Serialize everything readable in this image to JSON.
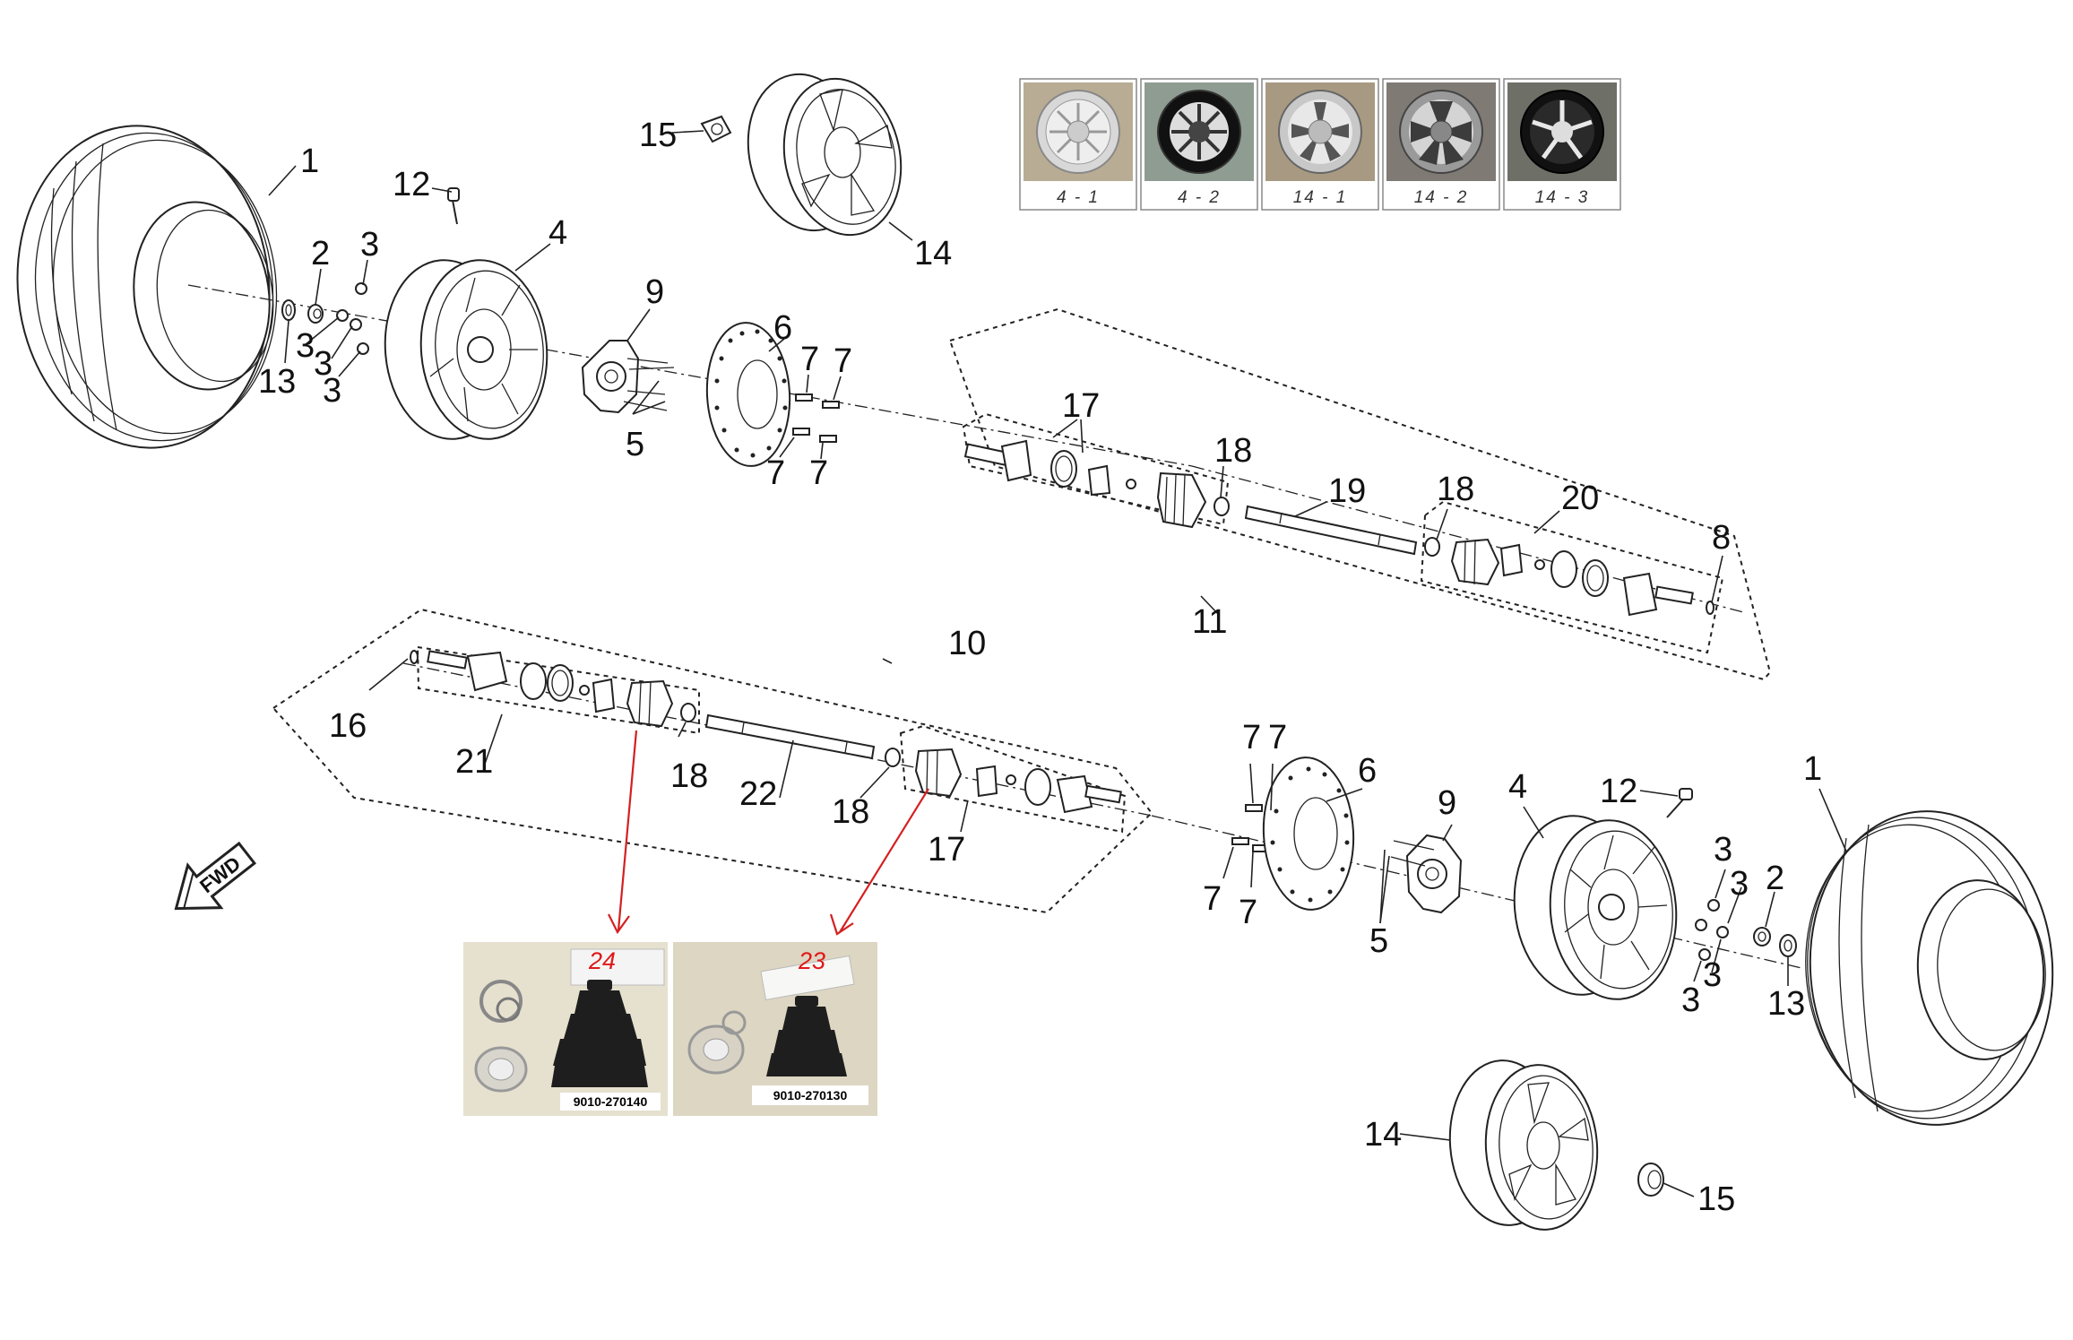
{
  "callouts": {
    "tire_front_label": "1",
    "tire_rear_label": "1",
    "hub_nut_front_label": "2",
    "hub_nut_rear_label": "2",
    "lug_nut_front_1_label": "3",
    "lug_nut_front_2_label": "3",
    "lug_nut_front_3_label": "3",
    "lug_nut_front_4_label": "3",
    "lug_nut_rear_1_label": "3",
    "lug_nut_rear_2_label": "3",
    "lug_nut_rear_3_label": "3",
    "lug_nut_rear_4_label": "3",
    "steel_wheel_front_label": "4",
    "steel_wheel_rear_label": "4",
    "stud_front_label": "5",
    "stud_rear_label": "5",
    "brake_disc_front_label": "6",
    "brake_disc_rear_label": "6",
    "bolt_front_1_label": "7",
    "bolt_front_2_label": "7",
    "bolt_front_3_label": "7",
    "bolt_front_4_label": "7",
    "bolt_rear_1_label": "7",
    "bolt_rear_2_label": "7",
    "bolt_rear_3_label": "7",
    "bolt_rear_4_label": "7",
    "circlip_label": "8",
    "hub_front_label": "9",
    "hub_rear_label": "9",
    "rear_shaft_assy_label": "10",
    "front_shaft_assy_label": "11",
    "valve_front_label": "12",
    "valve_rear_label": "12",
    "cotter_front_label": "13",
    "cotter_rear_label": "13",
    "alloy_wheel_top_label": "14",
    "alloy_wheel_bottom_label": "14",
    "cap_top_label": "15",
    "cap_bottom_label": "15",
    "ring_label": "16",
    "outer_joint_front_label": "17",
    "outer_joint_rear_label": "17",
    "clip_front_1_label": "18",
    "clip_front_2_label": "18",
    "clip_rear_1_label": "18",
    "clip_rear_2_label": "18",
    "front_shaft_label": "19",
    "inner_joint_front_label": "20",
    "inner_joint_rear_label": "21",
    "rear_shaft_label": "22"
  },
  "variants": [
    {
      "label": "4 - 1",
      "style": "steel-8spoke"
    },
    {
      "label": "4 - 2",
      "style": "steel-black"
    },
    {
      "label": "14 - 1",
      "style": "alloy-5spoke"
    },
    {
      "label": "14 - 2",
      "style": "alloy-chrome"
    },
    {
      "label": "14 - 3",
      "style": "alloy-black"
    }
  ],
  "boot_kits": [
    {
      "tag": "24",
      "code": "9010-270140"
    },
    {
      "tag": "23",
      "code": "9010-270130"
    }
  ],
  "fwd_label": "FWD",
  "colors": {
    "line": "#222222",
    "pointer": "#d42020",
    "photo_bg": "#e6e0cf",
    "boot": "#1e1e1e"
  }
}
